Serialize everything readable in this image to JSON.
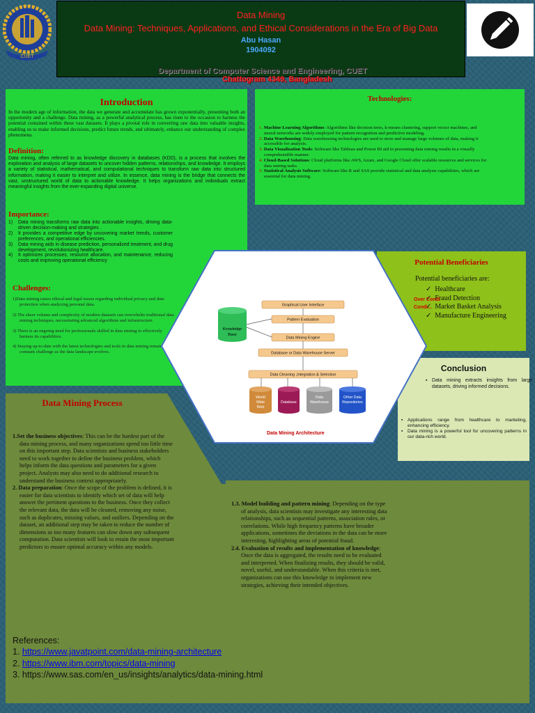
{
  "header": {
    "line1": "Data  Mining",
    "line2": "Data Mining: Techniques, Applications, and Ethical Considerations in the Era of Big Data",
    "author": "Abu Hasan",
    "id": "1904092",
    "department": "Department of Computer Science and Engineering, CUET",
    "city": "Chattogram 4349, Bangladesh",
    "logo_text": "CUET"
  },
  "intro": {
    "title": "Introduction",
    "text": "In the modern age of information, the data we generate and accumulate has grown exponentially, presenting both an opportunity and a challenge. Data mining, as a powerful analytical process, has risen to the occasion to harness the potential contained within these vast datasets. It plays a pivotal role in converting raw data into valuable insights, enabling us to make informed decisions, predict future trends, and ultimately, enhance our understanding of complex phenomena.",
    "definition_title": "Definition:",
    "definition_text": "Data mining, often referred to as knowledge discovery in databases (KDD), is a process that involves the exploration and analysis of large datasets to uncover hidden patterns, relationships, and knowledge. It employs a variety of statistical, mathematical, and computational techniques to transform raw data into structured information, making it easier to interpret and utilize. In essence, data mining is the bridge that connects the vast, unstructured world of data to actionable knowledge. It helps organizations and individuals extract meaningful insights from the ever-expanding digital universe.",
    "importance_title": "Importance:",
    "importance": [
      {
        "n": "1)",
        "t": "Data mining transforms raw data into actionable insights, driving data-driven      decision-making and strategies ."
      },
      {
        "n": "2)",
        "t": "It provides a competitive edge by uncovering market trends, customer preferences,      and operational efficiencies."
      },
      {
        "n": "3)",
        "t": "Data mining aids in disease prediction, personalized treatment, and drug development, revolutionizing healthcare."
      },
      {
        "n": "4)",
        "t": "It optimizes processes, resource allocation, and maintenance, reducing costs and improving operational efficiency"
      }
    ],
    "challenges_title": "Challenges:",
    "challenges": [
      "1)Data mining raises ethical and legal issues regarding individual privacy and data protection when analyzing personal data.",
      "2) The sheer volume and complexity of modern datasets can overwhelm traditional data mining techniques, necessitating advanced algorithms and infrastructure.",
      "3)  There is an ongoing need for professionals skilled in data mining to effectively harness its capabilities.",
      "4) Staying up-to-date with the latest technologies and tools in data mining remains a constant challenge as the data landscape evolves."
    ]
  },
  "technologies": {
    "title": "Technologies:",
    "items": [
      {
        "n": "1.",
        "name": "Machine Learning Algorithms",
        "text": ": Algorithms like decision trees, k-means clustering, support vector machines, and neural networks are widely employed for pattern recognition and predictive modeling."
      },
      {
        "n": "2.",
        "name": " Data Warehousing",
        "text": ": Data warehousing technologies are used to store and manage large volumes of data, making it accessible for analysis."
      },
      {
        "n": "3.",
        "name": "Data Visualization Tools",
        "text": ": Software like Tableau and Power BI aid in presenting data mining results in a visually comprehensible manner."
      },
      {
        "n": "4.",
        "name": "Cloud-Based Solutions",
        "text": ": Cloud platforms like AWS, Azure, and Google Cloud offer scalable resources and services for data mining tasks."
      },
      {
        "n": "5.",
        "name": "Statistical Analysis Software",
        "text": ": Software like R and SAS provide statistical and data analysis capabilities, which are essential for data mining."
      }
    ]
  },
  "beneficiaries": {
    "title": "Potential Beneficiaries",
    "subtitle": "Potential beneficiaries are:",
    "items": [
      "Healthcare",
      "Fraud Detection",
      "Market Basket Analysis",
      "Manufacture Engineering"
    ],
    "overlay_1": "Over Condi",
    "overlay_2": "Condi..."
  },
  "conclusion": {
    "title": "Conclusion",
    "bullet1": "Data mining extracts insights from large datasets, driving informed decisions.",
    "bullet2": "Applications range from healthcare to marketing, enhancing efficiency.",
    "bullet3": "Data mining is a powerful tool for uncovering patterns in our data-rich world."
  },
  "architecture": {
    "caption": "Data Mining Architecture",
    "boxes": [
      "Graphical User Interface",
      "Pattern Evaluation",
      "Data Mining Engine",
      "Database or Data Warehouse Server",
      "Data Cleaning ,Integration & Selection"
    ],
    "kb_1": "Knowledge",
    "kb_2": "Base",
    "sources": [
      {
        "l1": "World",
        "l2": "Wide",
        "l3": "Web",
        "color": "#d08a3a"
      },
      {
        "l1": "Database",
        "l2": "",
        "l3": "",
        "color": "#9c1a55"
      },
      {
        "l1": "Data",
        "l2": "Warehouse",
        "l3": "",
        "color": "#9a9a9a"
      },
      {
        "l1": "Other Data",
        "l2": "Repositories",
        "l3": "",
        "color": "#2253c8"
      }
    ]
  },
  "process": {
    "title": "Data Mining Process",
    "step1_label": "1.Set the business objectives",
    "step1_text": ": This can be the hardest part of the data mining process, and many organizations spend too little time on this important step. Data scientists and business stakeholders need to work together to define the business problem, which helps inform the data questions and parameters for a given project. Analysts may also need to do additional research to understand the business context appropriately.",
    "step2_label": "2. Data preparation",
    "step2_text": ": Once the scope of the problem is defined, it is easier for data scientists to identify which set of data will help answer the pertinent questions to the business. Once they collect the relevant data, the data will be cleaned, removing any noise, such as duplicates, missing values, and outliers. Depending on the dataset, an additional step may be taken to reduce the number of dimensions as too many features can slow down any subsequent computation. Data scientists will look to retain the most important predictors to ensure optimal accuracy within any models.",
    "step3_label": "1.3. Model building and pattern mining",
    "step3_text": ": Depending on the type of analysis, data scientists may investigate any interesting data relationships, such as sequential patterns, association rules, or correlations. While high frequency patterns have broader applications, sometimes the deviations in the data can be more interesting, highlighting areas of potential fraud.",
    "step4_label": "2.4. Evaluation of results and implementation of knowledge",
    "step4_text": ": Once the data is aggregated, the results need to be evaluated and interpreted. When finalizing results, they should be valid, novel, useful, and understandable. When this criteria is met, organizations can use this knowledge to implement new strategies, achieving their intended objectives."
  },
  "references": {
    "title": "References:",
    "r1_n": "1. ",
    "r1": "https://www.javatpoint.com/data-mining-architecture",
    "r2_n": "2. ",
    "r2": "https://www.ibm.com/topics/data-mining",
    "r3": "3. https://www.sas.com/en_us/insights/analytics/data-mining.html"
  },
  "colors": {
    "background": "#2c6076",
    "panel_green": "#22d63a",
    "lime": "#8ec11a",
    "olive": "#6e8a3c",
    "header": "#0a3a14",
    "title_red": "#c00000"
  }
}
